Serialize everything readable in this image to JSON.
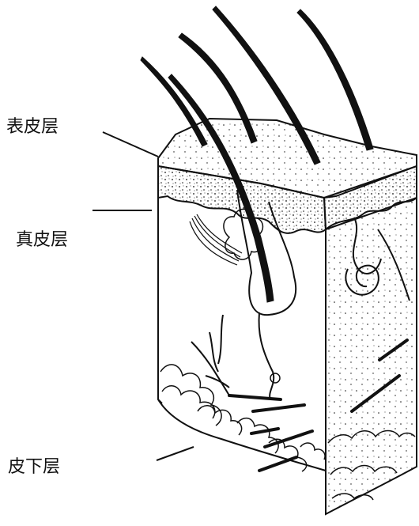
{
  "labels": {
    "epidermis": "表皮层",
    "dermis": "真皮层",
    "hypodermis": "皮下层"
  },
  "colors": {
    "ink": "#111111",
    "paper": "#ffffff"
  }
}
